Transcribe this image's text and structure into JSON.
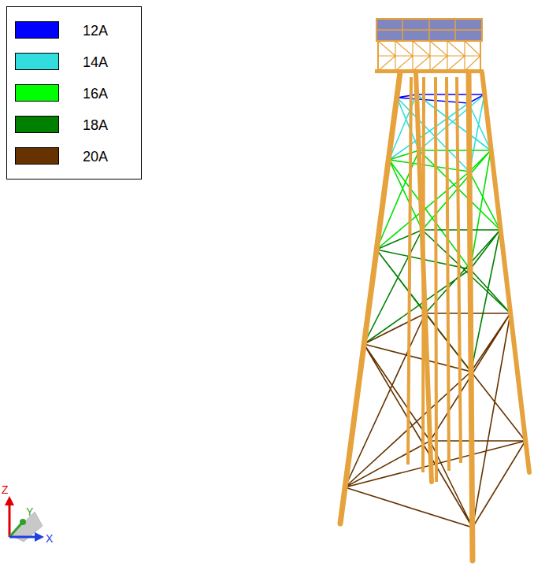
{
  "diagram": {
    "labels": [
      "Z",
      "Y",
      "X"
    ],
    "legend": [
      {
        "text": "12A",
        "color": "#0000ff"
      },
      {
        "text": "14A",
        "color": "#33dddd"
      },
      {
        "text": "16A",
        "color": "#00ff00"
      },
      {
        "text": "18A",
        "color": "#008000"
      },
      {
        "text": "20A",
        "color": "#663300"
      }
    ]
  }
}
